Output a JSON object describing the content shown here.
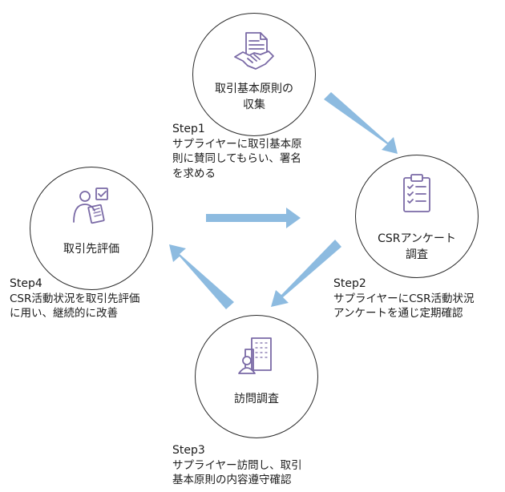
{
  "nodes": [
    {
      "label_line1": "取引基本原則の",
      "label_line2": "収集",
      "icon": "handshake-document-icon"
    },
    {
      "label_line1": "CSRアンケート",
      "label_line2": "調査",
      "icon": "clipboard-checklist-icon"
    },
    {
      "label_line1": "訪問調査",
      "icon": "building-visitor-icon"
    },
    {
      "label_line1": "取引先評価",
      "icon": "person-evaluation-icon"
    }
  ],
  "steps": [
    {
      "title": "Step1",
      "lines": [
        "サプライヤーに取引基本原",
        "則に賛同してもらい、署名",
        "を求める"
      ]
    },
    {
      "title": "Step2",
      "lines": [
        "サプライヤーにCSR活動状況",
        "アンケートを通じ定期確認"
      ]
    },
    {
      "title": "Step3",
      "lines": [
        "サプライヤー訪問し、取引",
        "基本原則の内容遵守確認"
      ]
    },
    {
      "title": "Step4",
      "lines": [
        "CSR活動状況を取引先評価",
        "に用い、継続的に改善"
      ]
    }
  ],
  "colors": {
    "arrow": "#8dbbe0",
    "icon": "#7a6aa6",
    "border": "#2a2a2a"
  }
}
